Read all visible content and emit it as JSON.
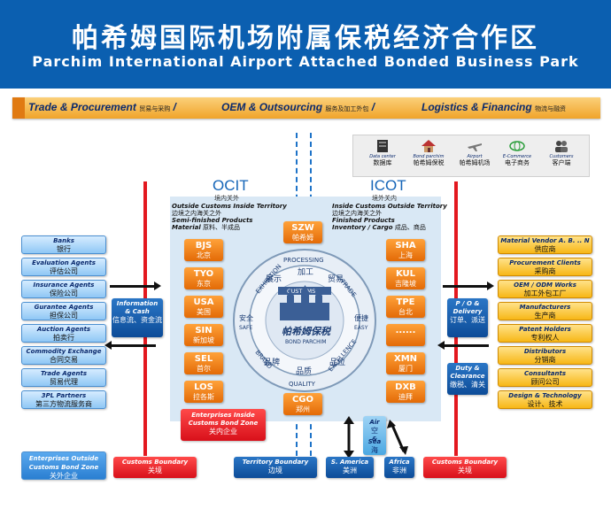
{
  "header": {
    "title_cn": "帕希姆国际机场附属保税经济合作区",
    "title_en": "Parchim International Airport Attached Bonded Business Park"
  },
  "banner": [
    {
      "en": "Trade",
      "amp": "&",
      "en2": "Procurement",
      "cn": "贸易与采购",
      "sep": "/"
    },
    {
      "en": "OEM",
      "amp": "&",
      "en2": "Outsourcing",
      "cn": "服务及加工外包",
      "sep": "/"
    },
    {
      "en": "Logistics",
      "amp": "&",
      "en2": "Financing",
      "cn": "物流与融资",
      "sep": ""
    }
  ],
  "ecommerce": [
    {
      "en": "Data center",
      "cn": "数据库",
      "icon": "server-icon"
    },
    {
      "en": "Bond parchim",
      "cn": "帕希姆保税",
      "icon": "house-icon"
    },
    {
      "en": "Airport",
      "cn": "帕希姆机场",
      "icon": "plane-icon"
    },
    {
      "en": "E-Commerce",
      "cn": "电子商务",
      "icon": "globe-icon"
    },
    {
      "en": "Customers",
      "cn": "客户端",
      "icon": "people-icon"
    }
  ],
  "ocit": {
    "title": "OCIT",
    "sub": "境内关外",
    "line1_en": "Outside Customs Inside Territory",
    "line1_cn": "边境之内海关之外",
    "line2_en": "Semi-finished Products",
    "line3_en": "Material",
    "line3_cn": "原料、半成品"
  },
  "icot": {
    "title": "ICOT",
    "sub": "境外关内",
    "line1_en": "Inside Customs Outside Territory",
    "line1_cn": "边境之内海关之外",
    "line2_en": "Finished Products",
    "line3_en": "Inventory / Cargo",
    "line3_cn": "成品、商品"
  },
  "left_services": [
    {
      "en": "Banks",
      "cn": "银行"
    },
    {
      "en": "Evaluation Agents",
      "cn": "评估公司"
    },
    {
      "en": "Insurance Agents",
      "cn": "保险公司"
    },
    {
      "en": "Gurantee Agents",
      "cn": "担保公司"
    },
    {
      "en": "Auction Agents",
      "cn": "拍卖行"
    },
    {
      "en": "Commodity Exchange",
      "cn": "合同交易"
    },
    {
      "en": "Trade Agents",
      "cn": "贸易代理"
    },
    {
      "en": "3PL Partners",
      "cn": "第三方物流服务商"
    }
  ],
  "right_services": [
    {
      "en": "Material Vendor A. B. .. N",
      "cn": "供应商"
    },
    {
      "en": "Procurement Clients",
      "cn": "采购商"
    },
    {
      "en": "OEM / ODM Works",
      "cn": "加工外包工厂"
    },
    {
      "en": "Manufacturers",
      "cn": "生产商"
    },
    {
      "en": "Patent Holders",
      "cn": "专利权人"
    },
    {
      "en": "Distributors",
      "cn": "分销商"
    },
    {
      "en": "Consultants",
      "cn": "顾问公司"
    },
    {
      "en": "Design & Technology",
      "cn": "设计、技术"
    }
  ],
  "ocit_cities": [
    {
      "code": "BJS",
      "city": "北京"
    },
    {
      "code": "TYO",
      "city": "东京"
    },
    {
      "code": "USA",
      "city": "美国"
    },
    {
      "code": "SIN",
      "city": "新加坡"
    },
    {
      "code": "SEL",
      "city": "首尔"
    },
    {
      "code": "LOS",
      "city": "拉各斯"
    }
  ],
  "icot_cities": [
    {
      "code": "SHA",
      "city": "上海"
    },
    {
      "code": "KUL",
      "city": "吉隆坡"
    },
    {
      "code": "TPE",
      "city": "台北"
    },
    {
      "code": "......",
      "city": ""
    },
    {
      "code": "XMN",
      "city": "厦门"
    },
    {
      "code": "DXB",
      "city": "迪拜"
    }
  ],
  "center_top": {
    "code": "SZW",
    "city": "帕希姆"
  },
  "center_bottom": {
    "code": "CGO",
    "city": "郑州"
  },
  "seal": {
    "ring_top": [
      "EXHIBITION",
      "PROCESSING",
      "TRADE"
    ],
    "ring_top_cn": [
      "展示",
      "加工",
      "贸易"
    ],
    "ring_bottom": [
      "BRAND",
      "QUALITY",
      "EXCELLENCE"
    ],
    "ring_bottom_cn": [
      "品牌",
      "品质",
      "品位"
    ],
    "left_cn": "安全",
    "left_en": "SAFE",
    "right_cn": "便捷",
    "right_en": "EASY",
    "banner": "CUSTOMS",
    "logo_cn": "帕希姆保税",
    "logo_en": "BOND PARCHIM"
  },
  "info_cash": {
    "en1": "Information",
    "en2": "& Cash",
    "cn": "信息流、资金流"
  },
  "po_delivery": {
    "en1": "P / O  &",
    "en2": "Delivery",
    "cn": "订单、派送"
  },
  "duty_clearance": {
    "en1": "Duty  &",
    "en2": "Clearance",
    "cn": "缴税、清关"
  },
  "enterprises_inside": {
    "en1": "Enterprises Inside",
    "en2": "Customs Bond Zone",
    "cn": "关内企业"
  },
  "enterprises_outside": {
    "en1": "Enterprises Outside",
    "en2": "Customs Bond Zone",
    "cn": "关外企业"
  },
  "customs_boundary_left": {
    "en": "Customs Boundary",
    "cn": "关境"
  },
  "territory_boundary": {
    "en": "Territory Boundary",
    "cn": "边境"
  },
  "customs_boundary_right": {
    "en": "Customs Boundary",
    "cn": "关境"
  },
  "south_america": {
    "en": "S. America",
    "cn": "美洲"
  },
  "africa": {
    "en": "Africa",
    "cn": "非洲"
  },
  "air_sea": {
    "en1": "Air",
    "cn1": "空",
    "en2": "&",
    "en3": "Sea",
    "cn2": "海"
  }
}
